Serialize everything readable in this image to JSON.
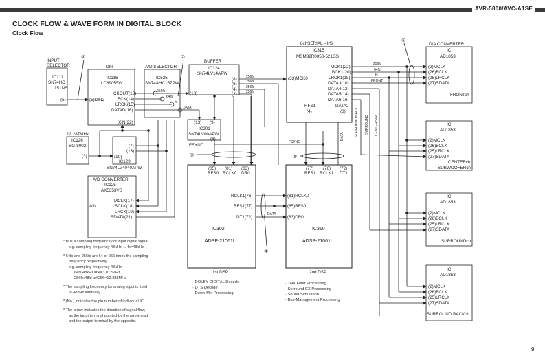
{
  "header": {
    "model": "AVR-5800/AVC-A1SE"
  },
  "page": {
    "title": "CLOCK FLOW & WAVE FORM IN DIGITAL BLOCK",
    "subtitle": "Clock Flow",
    "page_number": "9"
  },
  "markers": [
    "①",
    "②",
    "③",
    "④",
    "⑤",
    "⑥"
  ],
  "blocks": {
    "input_selector": {
      "caption1": "INPUT",
      "caption2": "SELECTOR",
      "ic": "IC111",
      "part1": "SN74HC",
      "part2": "151NS",
      "pin": "(5)"
    },
    "dir": {
      "caption": "DIR",
      "ic": "IC116",
      "part": "LC89055W",
      "pins": [
        "(5)DIN2",
        "CKOUT(13)",
        "BCK(14)",
        "LRCK(15)",
        "DATAD(16)",
        "XIN(22)"
      ]
    },
    "ad_selector": {
      "caption": "A/D SELECTOR",
      "ic": "IC525",
      "part": "SN74AHC157PW"
    },
    "buffer": {
      "caption": "BUFFER",
      "ic": "IC124",
      "part": "SN74LV14APW",
      "pins": [
        "(8)",
        "(6)",
        "(4)",
        "(2)",
        "(13)"
      ]
    },
    "ic301": {
      "ic": "IC301",
      "part": "SN74LV00APW",
      "pins": [
        "(13)",
        "(9)",
        "(6)"
      ],
      "label": "FSYNC"
    },
    "crystal": {
      "freq": "12.287MHz",
      "ic": "IC126",
      "part": "SG-8002",
      "pin": "(3)"
    },
    "ic129": {
      "ic": "IC129",
      "part": "SN74LV4040APW",
      "pins": [
        "(7)",
        "(13)",
        "(10)"
      ]
    },
    "adc": {
      "caption": "A/D CONVERTER",
      "ic": "IC125",
      "part": "AK5353VS",
      "input": "AIN",
      "pins": [
        "MCLK(17)",
        "SCLK(18)",
        "LRCK(19)",
        "SDATA(21)"
      ]
    },
    "ic315": {
      "caption": "8chSERIAL→I²S",
      "ic": "IC315",
      "part": "MSM32R0050-521GS",
      "in_pin": "(33)MCK0",
      "pins": [
        "MCK1(22)",
        "BCK1(20)",
        "LRCK1(18)",
        "DATA3(10)",
        "DATA4(12)",
        "DATA5(14)",
        "DATA6(16)"
      ],
      "bottom": [
        "RFS1",
        "(4)",
        "DATA2",
        "(8)"
      ]
    },
    "dsp1": {
      "ic": "IC302",
      "part": "ADSP-21061L",
      "top_pins": [
        "(85)",
        "(81)",
        "(83)"
      ],
      "top_names": [
        "RFS0",
        "RCLK0",
        "DR0"
      ],
      "side_pins": [
        "RCLK1(76)",
        "RFS1(77)",
        "DT1(72)"
      ],
      "caption": "1st DSP",
      "functions": [
        "· DOLBY DIGITAL Decode",
        "· DTS Decode",
        "· Down-Mix Processing"
      ]
    },
    "dsp2": {
      "ic": "IC310",
      "part": "ADSP-21061L",
      "top_pins": [
        "(77)",
        "(76)",
        "(72)"
      ],
      "top_names": [
        "RFS1",
        "RCLK1",
        "DT1"
      ],
      "side_pins": [
        "(81)RCLK0",
        "(85)RFS0",
        "(83)DR0"
      ],
      "caption": "2nd DSP",
      "functions": [
        "· THX Filter Processing",
        "· Surround EX Processing",
        "· Sound Simulation",
        "· Bus-Management Processing"
      ]
    },
    "dacs": [
      {
        "caption": "D/A CONVERTER",
        "ic": "IC",
        "part": "AD1853",
        "channel": "FRONTch"
      },
      {
        "ic": "IC",
        "part": "AD1853",
        "channel": "CENTERch",
        "channel2": "SUBWOOFERch"
      },
      {
        "ic": "IC",
        "part": "AD1853",
        "channel": "SURROUNDch"
      },
      {
        "ic": "IC",
        "part": "AD1853",
        "channel": "SURROUND BACKch"
      }
    ],
    "dac_pins": [
      "(2)MCLK",
      "(26)BCLK",
      "(25)LRCLK",
      "(27)SDATA"
    ]
  },
  "signals": {
    "f256": "256fs",
    "f64": "64fs",
    "fs": "fs",
    "data": "DATA",
    "fsync": "FSYNC",
    "front": "FRONT",
    "vertical": [
      "SURROUND BACK",
      "SURROUND",
      "CENTER/SW"
    ]
  },
  "notes": [
    "* fs is a sampling frequencey of input digital signal.",
    "e.g.:sampling frequency 48kHz → fs=48kHz",
    "* 64fs and 256fs are 64 or 256 times the sampling",
    "frequency respectively.",
    "e.g.:sampling frequency 48kHz",
    "64fs:48kHzX64=3.072MHz",
    "256fs:48kHzX256=12.288MHz",
    "* The sampling frequency for analog input is fixed",
    "to 48kHz internally.",
    "* (No.) indicates the pin number of individual IC.",
    "* The arrow indicates the direction of signal flow,",
    "as the input terminal pointed by the arrowhead",
    "and the output terminal by the opposite."
  ]
}
